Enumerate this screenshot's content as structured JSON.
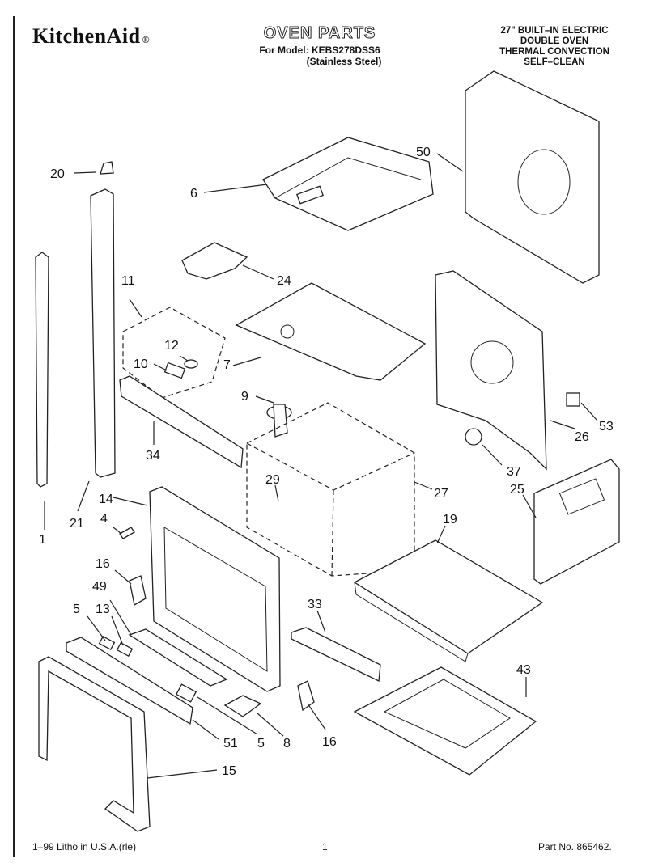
{
  "header": {
    "brand": "KitchenAid",
    "brand_reg": "®",
    "title": "OVEN PARTS",
    "model_line": "For Model: KEBS278DSS6",
    "finish": "(Stainless Steel)",
    "spec_lines": [
      "27\" BUILT–IN ELECTRIC",
      "DOUBLE OVEN",
      "THERMAL CONVECTION",
      "SELF–CLEAN"
    ]
  },
  "callouts": [
    "20",
    "6",
    "50",
    "24",
    "11",
    "12",
    "10",
    "7",
    "9",
    "34",
    "26",
    "53",
    "29",
    "27",
    "37",
    "14",
    "4",
    "21",
    "1",
    "25",
    "19",
    "16",
    "49",
    "33",
    "5",
    "13",
    "43",
    "51",
    "5",
    "8",
    "16",
    "15"
  ],
  "footer": {
    "litho": "1–99 Litho in U.S.A.(rle)",
    "page": "1",
    "part_no": "Part No. 8654​62."
  }
}
